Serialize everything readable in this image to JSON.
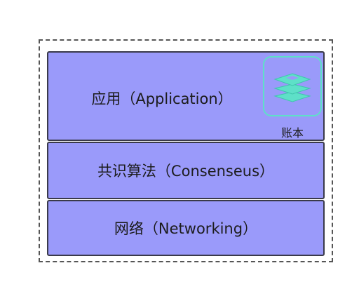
{
  "diagram": {
    "layers": {
      "application": "应用（Application）",
      "consensus": "共识算法（Consenseus）",
      "networking": "网络（Networking）"
    },
    "ledger": {
      "label": "账本",
      "icon": "ledger-stack-icon",
      "icon_color": "#5ee0c8"
    },
    "colors": {
      "layer_fill": "#9a9afa",
      "layer_border": "#3a3a4a",
      "frame_border": "#555555"
    }
  }
}
